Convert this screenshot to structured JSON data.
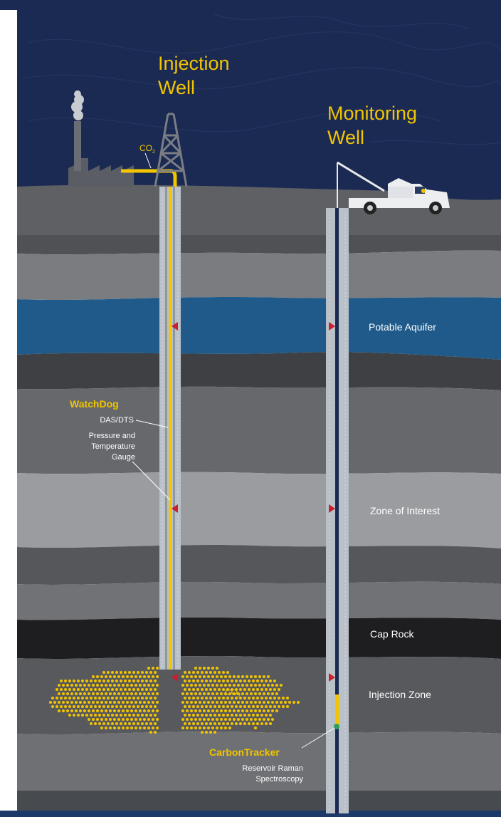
{
  "wells": {
    "injection": {
      "title_line1": "Injection",
      "title_line2": "Well"
    },
    "monitoring": {
      "title_line1": "Monitoring",
      "title_line2": "Well"
    }
  },
  "labels": {
    "co2_pipe": "CO",
    "co2_pipe_sub": "2",
    "co2_plume": "CO",
    "co2_plume_sub": "2"
  },
  "zones": [
    {
      "id": "potable-aquifer",
      "label": "Potable Aquifer"
    },
    {
      "id": "zone-of-interest",
      "label": "Zone of Interest"
    },
    {
      "id": "cap-rock",
      "label": "Cap Rock"
    },
    {
      "id": "injection-zone",
      "label": "Injection Zone"
    }
  ],
  "watchdog": {
    "title": "WatchDog",
    "das_dts": "DAS/DTS",
    "gauge_line1": "Pressure and",
    "gauge_line2": "Temperature",
    "gauge_line3": "Gauge"
  },
  "carbontracker": {
    "title": "CarbonTracker",
    "line1": "Reservoir Raman",
    "line2": "Spectroscopy"
  },
  "colors": {
    "sky": "#1b2a52",
    "accent_yellow": "#f2c500",
    "aquifer_blue": "#1f5a8a",
    "marker_red": "#c8202e",
    "casing_grey": "#b9c0c8"
  }
}
